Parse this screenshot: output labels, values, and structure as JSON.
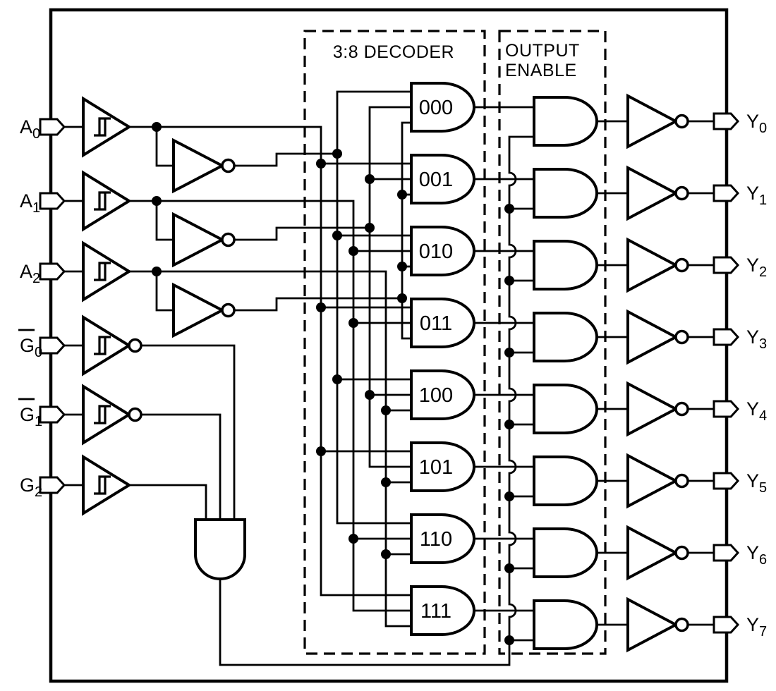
{
  "diagram": {
    "type": "logic-schematic",
    "description": "3-line to 8-line decoder with output enable",
    "background": "#ffffff",
    "ink": "#000000",
    "boxes": [
      {
        "id": "decoder",
        "title": "3:8 DECODER"
      },
      {
        "id": "output-enable",
        "title_lines": [
          "OUTPUT",
          "ENABLE"
        ]
      }
    ],
    "inputs": [
      {
        "base": "A",
        "sub": "0",
        "overline": false,
        "schmitt": true,
        "output_bubble": false,
        "has_inverter": true
      },
      {
        "base": "A",
        "sub": "1",
        "overline": false,
        "schmitt": true,
        "output_bubble": false,
        "has_inverter": true
      },
      {
        "base": "A",
        "sub": "2",
        "overline": false,
        "schmitt": true,
        "output_bubble": false,
        "has_inverter": true
      },
      {
        "base": "G",
        "sub": "0",
        "overline": true,
        "schmitt": true,
        "output_bubble": true,
        "has_inverter": false
      },
      {
        "base": "G",
        "sub": "1",
        "overline": true,
        "schmitt": true,
        "output_bubble": true,
        "has_inverter": false
      },
      {
        "base": "G",
        "sub": "2",
        "overline": false,
        "schmitt": true,
        "output_bubble": false,
        "has_inverter": false
      }
    ],
    "enable_gate": {
      "type": "AND",
      "input_count": 3
    },
    "decoder_gates": [
      "000",
      "001",
      "010",
      "011",
      "100",
      "101",
      "110",
      "111"
    ],
    "output_enable_gates": {
      "type": "AND",
      "count": 8,
      "inputs_each": 2
    },
    "outputs": [
      {
        "base": "Y",
        "sub": "0"
      },
      {
        "base": "Y",
        "sub": "1"
      },
      {
        "base": "Y",
        "sub": "2"
      },
      {
        "base": "Y",
        "sub": "3"
      },
      {
        "base": "Y",
        "sub": "4"
      },
      {
        "base": "Y",
        "sub": "5"
      },
      {
        "base": "Y",
        "sub": "6"
      },
      {
        "base": "Y",
        "sub": "7"
      }
    ]
  }
}
